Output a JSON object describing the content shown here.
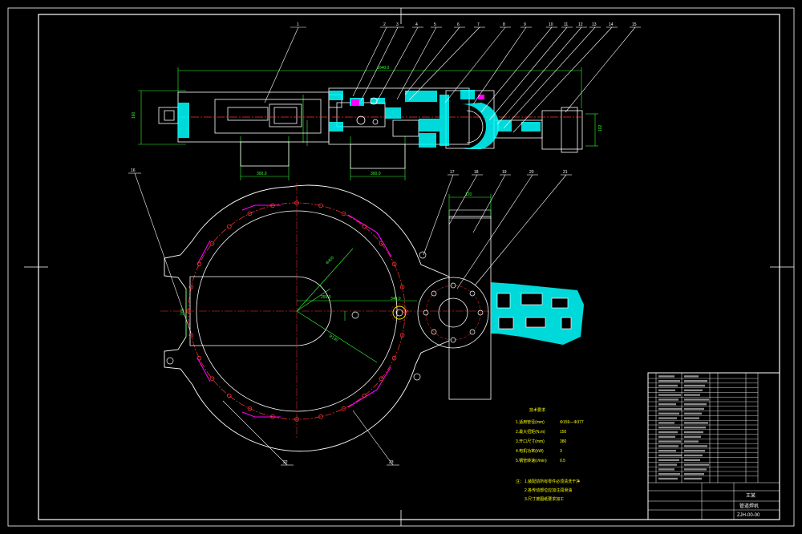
{
  "drawing": {
    "balloons_top": [
      "1",
      "2",
      "3",
      "4",
      "5",
      "6",
      "7",
      "8",
      "9",
      "10",
      "11",
      "12",
      "13",
      "14",
      "15"
    ],
    "balloons_bottom": [
      "16",
      "17",
      "18",
      "19",
      "20",
      "21",
      "22",
      "23"
    ],
    "tech_requirements_title": "技术要求",
    "params": [
      {
        "label": "1.适用管径(mm)",
        "value": "Φ159—Φ377"
      },
      {
        "label": "2.最大扭矩(N.m)",
        "value": "150"
      },
      {
        "label": "3.开口尺寸(mm)",
        "value": "380"
      },
      {
        "label": "4.电机功率(kW)",
        "value": "3"
      },
      {
        "label": "5.钢管转速(r/min)",
        "value": "0.5"
      }
    ],
    "notes_prefix": "注：",
    "notes": [
      "1.装配前所有零件必须清洗干净",
      "2.各传动部位应加注润滑油",
      "3.尺寸按图纸要求加工"
    ],
    "title_block": {
      "designer": "王某",
      "title": "管道焊机",
      "drawing_no": "ZJH-00-00"
    },
    "colors": {
      "background": "#000000",
      "outline": "#ffffff",
      "dimension": "#00ff00",
      "centerline": "#ff0000",
      "hatch": "#00ffff",
      "magenta": "#ff00ff",
      "leader": "#ffffff"
    }
  }
}
